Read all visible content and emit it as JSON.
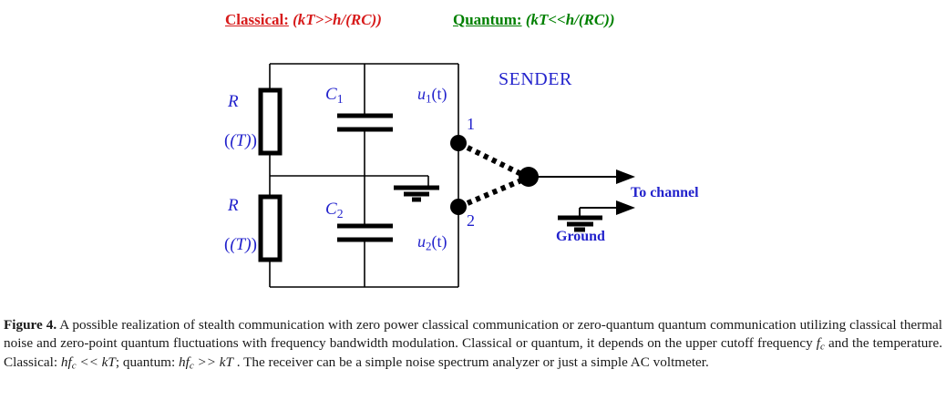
{
  "figure": {
    "headers": [
      {
        "id": "classical",
        "keyword": "Classical:",
        "expression": "(kT>>h/(RC))",
        "color": "#d71b1b"
      },
      {
        "id": "quantum",
        "keyword": "Quantum:",
        "expression": "(kT<<h/(RC))",
        "color": "#008000"
      }
    ],
    "circuit_labels": {
      "resistor_top": "R",
      "temperature_top": "(T)",
      "resistor_bottom": "R",
      "temperature_bottom": "(T)",
      "capacitor_top": "C",
      "capacitor_top_sub": "1",
      "capacitor_bottom": "C",
      "capacitor_bottom_sub": "2",
      "voltage_top": "u",
      "voltage_top_sub": "1",
      "voltage_top_arg": "(t)",
      "voltage_bottom": "u",
      "voltage_bottom_sub": "2",
      "voltage_bottom_arg": "(t)",
      "node_one": "1",
      "node_two": "2",
      "sender": "SENDER",
      "to_channel": "To channel",
      "ground": "Ground"
    },
    "colors": {
      "circuit_ink": "#000000",
      "label_blue": "#2222cc",
      "classical_red": "#d71b1b",
      "quantum_green": "#008000"
    },
    "caption": {
      "label": "Figure 4.",
      "text_1": " A possible realization of stealth communication with zero power classical communication or zero-quantum quantum communication utilizing classical thermal noise and zero-point quantum fluctuations with frequency bandwidth modulation. Classical or quantum, it depends on the upper cutoff frequency ",
      "symbol_fc_1": "f",
      "symbol_fc_1_sub": "c",
      "text_2": " and the temperature. Classical: ",
      "expr_classical": "hf",
      "expr_classical_sub": "c",
      "expr_classical_rel": " << kT",
      "text_3": ";  quantum:  ",
      "expr_quantum": "hf",
      "expr_quantum_sub": "c",
      "expr_quantum_rel": " >> kT",
      "text_4": " . The receiver can be a simple noise spectrum analyzer or just a simple AC voltmeter."
    }
  }
}
